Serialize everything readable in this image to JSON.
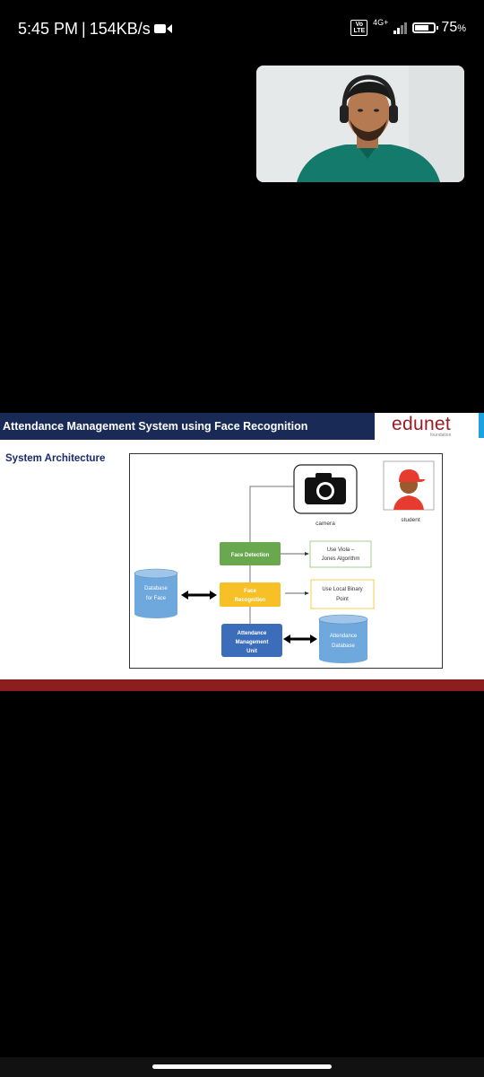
{
  "status_bar": {
    "time": "5:45 PM",
    "separator": "|",
    "speed": "154KB/s",
    "volte_top": "Vo",
    "volte_bottom": "LTE",
    "network": "4G+",
    "battery_percent": "75",
    "battery_symbol": "%",
    "battery_level": 0.75
  },
  "video_call": {
    "participant_icon": "person-webcam-video"
  },
  "slide": {
    "title": "Attendance Management System using Face Recognition",
    "brand": "edunet",
    "brand_sub": "foundation",
    "section_title": "System Architecture",
    "colors": {
      "title_bar": "#182a55",
      "brand": "#9a1c24",
      "accent": "#1da1e0",
      "bottom_band": "#8d1e1e"
    },
    "diagram": {
      "camera_label": "camera",
      "student_label": "student",
      "face_detection": "Face Detection",
      "viola_line1": "Use Viola –",
      "viola_line2": "Jones Algorithm",
      "face_recognition_line1": "Face",
      "face_recognition_line2": "Recognition",
      "lbp_line1": "Use Local Binary",
      "lbp_line2": "Point",
      "db_face_line1": "Database",
      "db_face_line2": "for Face",
      "amu_line1": "Attendance",
      "amu_line2": "Management",
      "amu_line3": "Unit",
      "att_db_line1": "Attendance",
      "att_db_line2": "Database",
      "colors": {
        "face_detection": "#6aa84f",
        "face_recognition": "#f6c026",
        "amu": "#3c6dbb",
        "database": "#6fa8dc"
      }
    }
  }
}
